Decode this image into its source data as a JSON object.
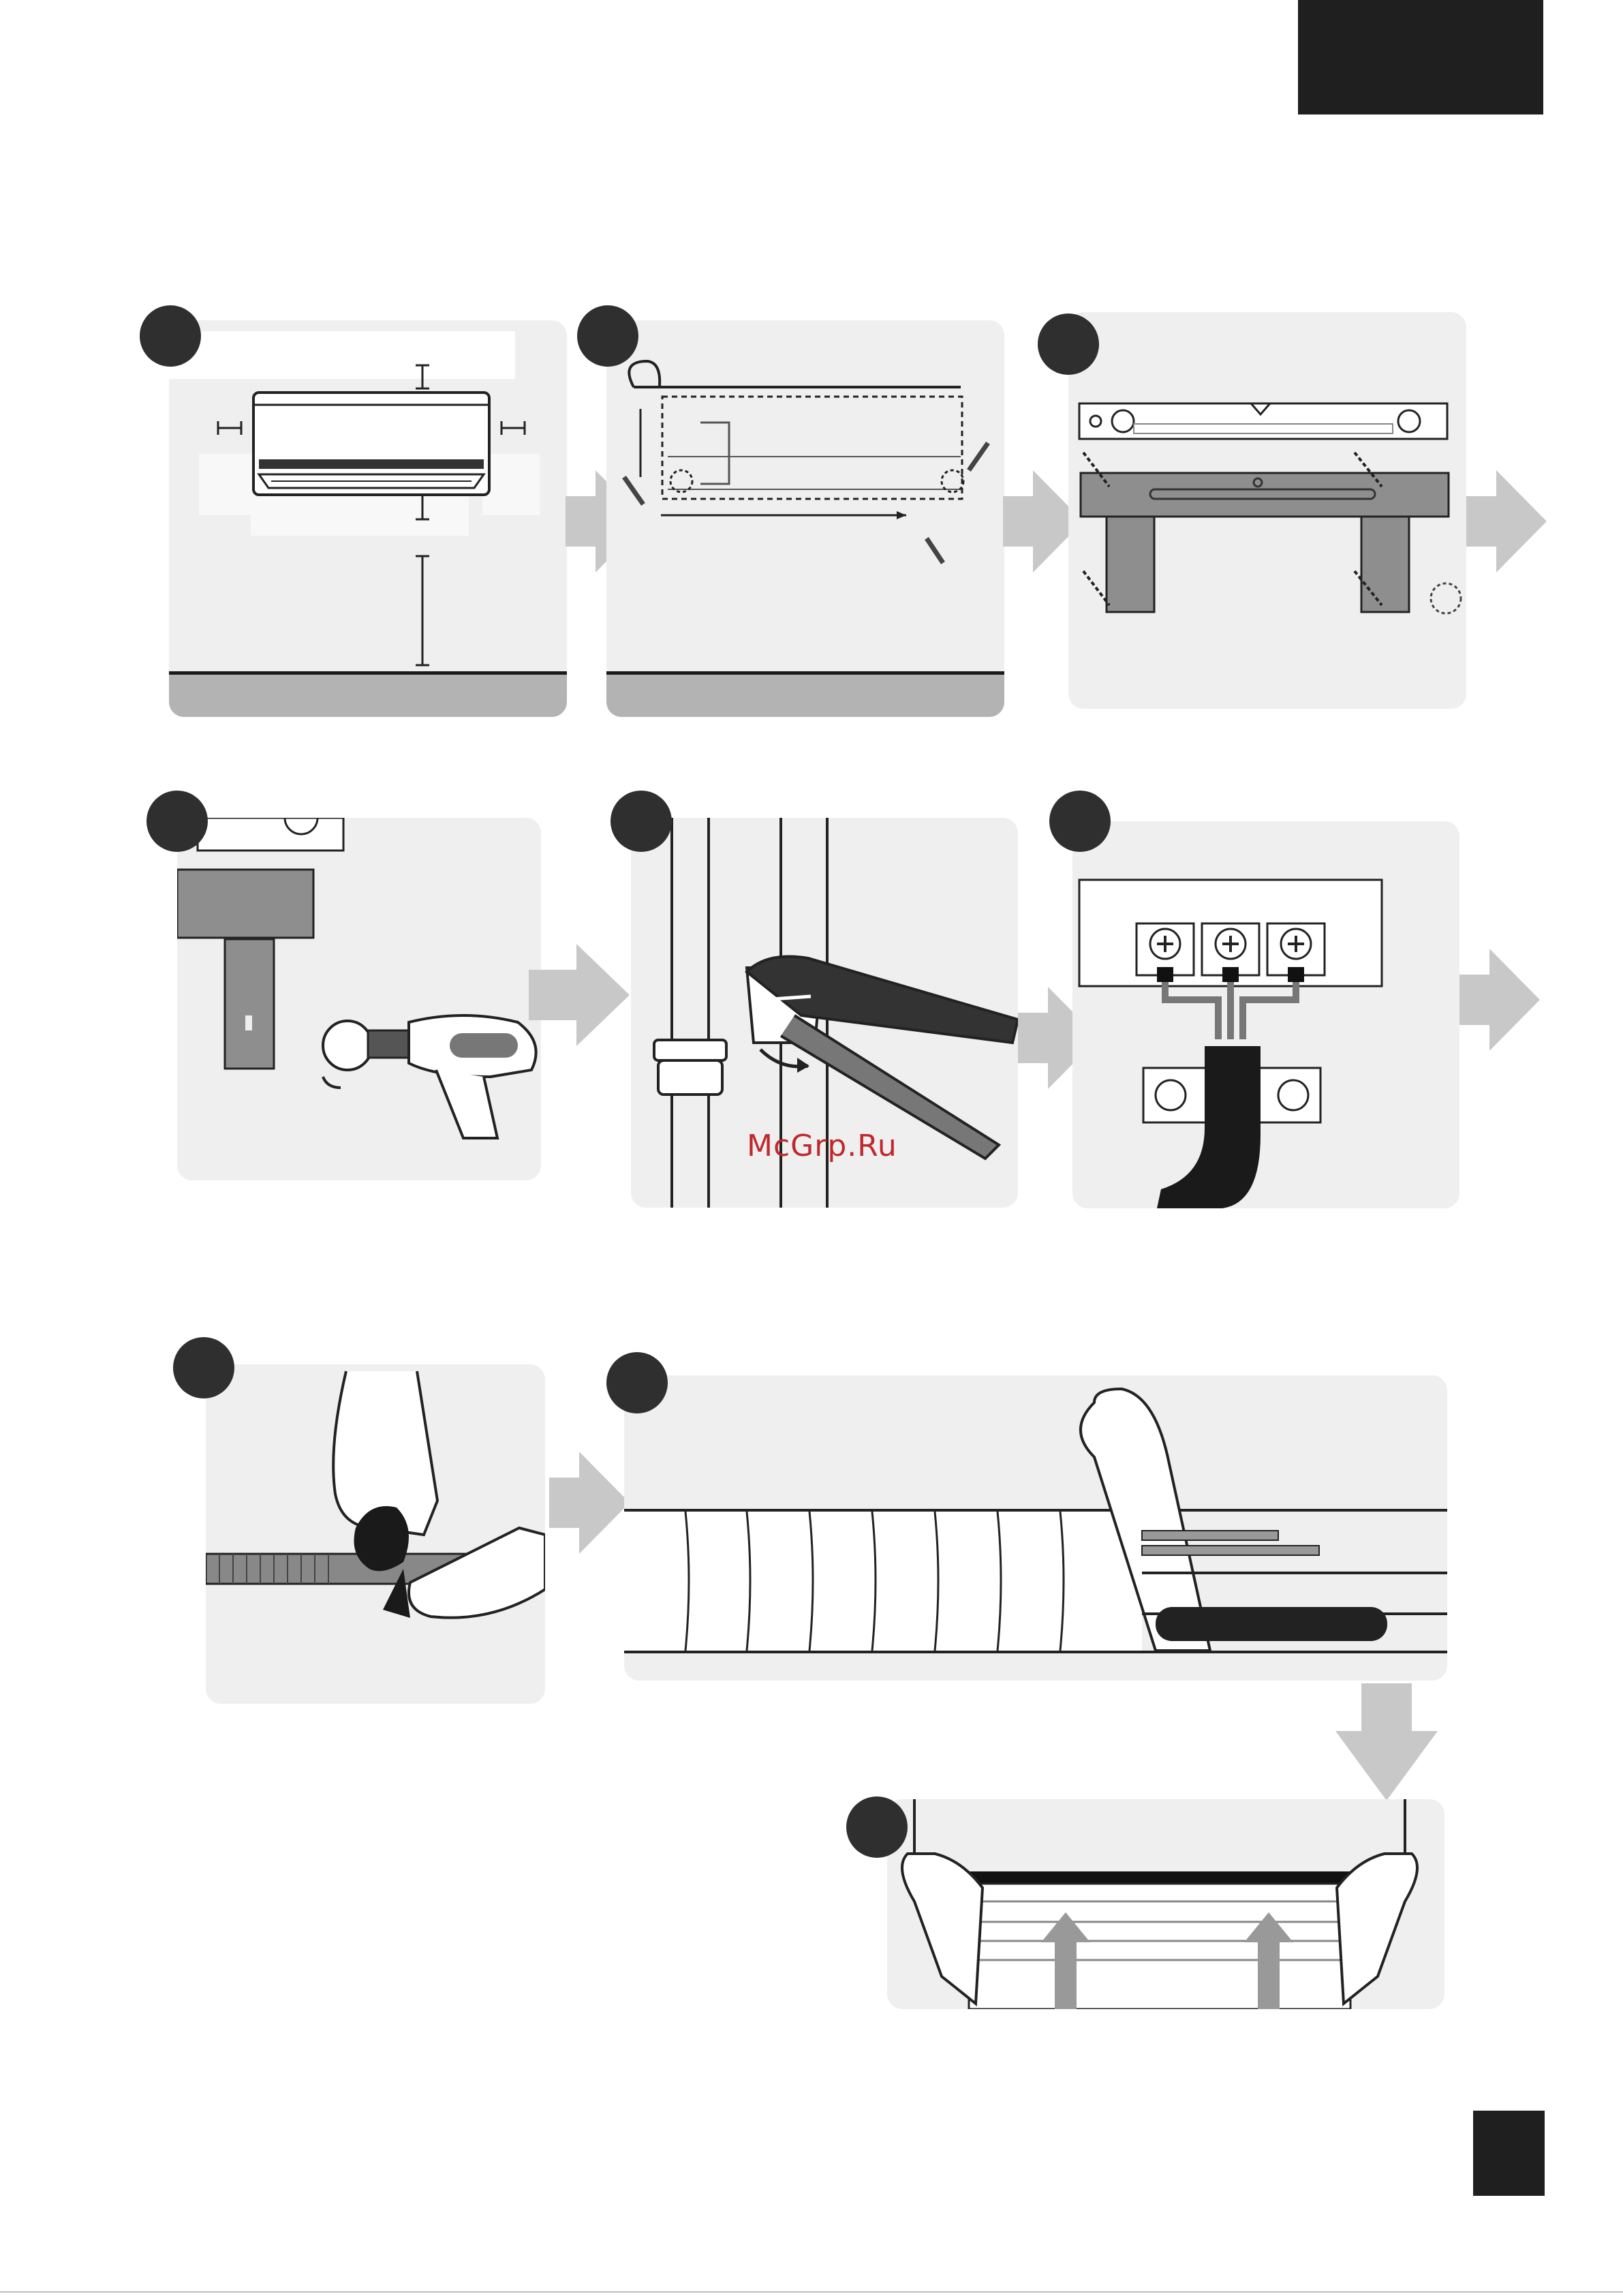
{
  "watermark": "McGrp.Ru",
  "colors": {
    "panel": "#efefef",
    "badge": "#2f2f2f",
    "arrow": "#c8c8c8",
    "floor": "#b3b3b3",
    "watermark": "#c0282d"
  },
  "steps": [
    {
      "id": 1,
      "icon": "indoor-unit-clearance-icon"
    },
    {
      "id": 2,
      "icon": "measure-mark-wall-icon"
    },
    {
      "id": 3,
      "icon": "level-mounting-plate-icon"
    },
    {
      "id": 4,
      "icon": "drill-holes-icon"
    },
    {
      "id": 5,
      "icon": "wrench-pipe-joint-icon"
    },
    {
      "id": 6,
      "icon": "terminal-block-wiring-icon"
    },
    {
      "id": 7,
      "icon": "wrap-drain-hose-icon"
    },
    {
      "id": 8,
      "icon": "tape-pipe-bundle-icon"
    },
    {
      "id": 9,
      "icon": "hang-indoor-unit-icon"
    }
  ]
}
